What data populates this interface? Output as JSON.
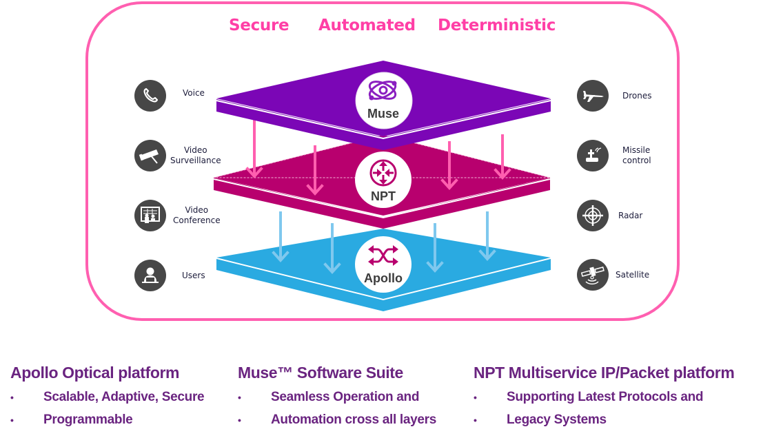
{
  "taglines": [
    "Secure",
    "Automated",
    "Deterministic"
  ],
  "colors": {
    "frame": "#ff5fb0",
    "tagline": "#ff3fa6",
    "muse_layer": "#7b06b6",
    "npt_layer": "#b8006e",
    "apollo_layer": "#2aaae1",
    "arrow_pink": "#ff5faf",
    "arrow_blue": "#7fc8ee",
    "icon_bg": "#474747",
    "text_purple": "#6a2480",
    "badge_icon_purple": "#8a1fc0",
    "badge_icon_magenta": "#b8006e"
  },
  "layers": [
    {
      "name": "Muse",
      "icon": "atom-gear-icon"
    },
    {
      "name": "NPT",
      "icon": "router-arrows-icon"
    },
    {
      "name": "Apollo",
      "icon": "crossed-arrows-icon"
    }
  ],
  "left_apps": [
    {
      "label": "Voice",
      "icon": "phone-icon"
    },
    {
      "label": "Video\nSurveillance",
      "icon": "camera-icon"
    },
    {
      "label": "Video\nConference",
      "icon": "conference-icon"
    },
    {
      "label": "Users",
      "icon": "user-laptop-icon"
    }
  ],
  "right_apps": [
    {
      "label": "Drones",
      "icon": "drone-icon"
    },
    {
      "label": "Missile\ncontrol",
      "icon": "missile-control-icon"
    },
    {
      "label": "Radar",
      "icon": "radar-icon"
    },
    {
      "label": "Satellite",
      "icon": "satellite-icon"
    }
  ],
  "platforms": [
    {
      "title": "Apollo Optical platform",
      "bullets": [
        "Scalable, Adaptive, Secure",
        "Programmable"
      ]
    },
    {
      "title": "Muse™ Software Suite",
      "bullets": [
        "Seamless Operation and",
        "Automation cross all layers"
      ]
    },
    {
      "title": "NPT Multiservice IP/Packet platform",
      "bullets": [
        "Supporting Latest Protocols and",
        "Legacy Systems"
      ]
    }
  ],
  "bullet_char": "•"
}
